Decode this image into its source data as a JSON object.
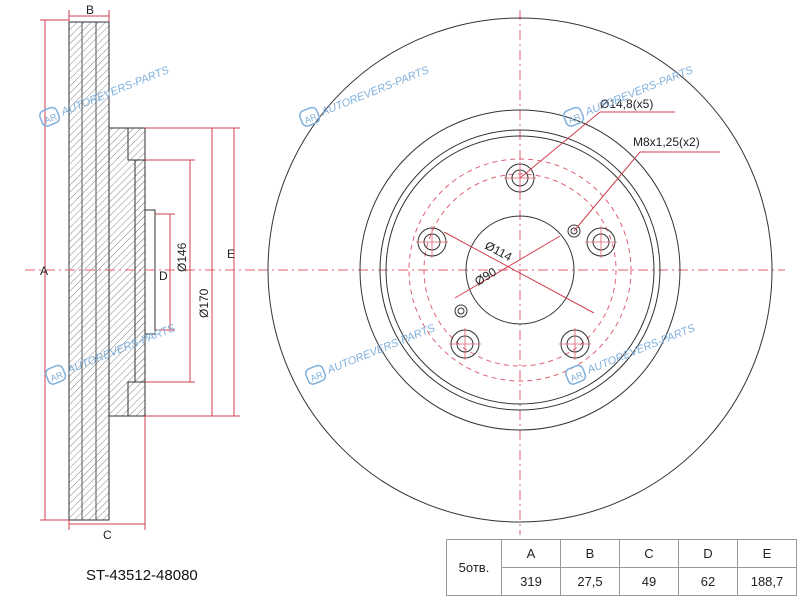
{
  "dimension_letters": {
    "A": "A",
    "B": "B",
    "C": "C",
    "D": "D",
    "E": "E"
  },
  "diameters": {
    "d146": "Ø146",
    "d170": "Ø170",
    "d114": "Ø114",
    "d90": "Ø90"
  },
  "callouts": {
    "holes": "Ø14,8(x5)",
    "threads": "M8x1,25(x2)"
  },
  "watermark": "AUTOREVERS-PARTS",
  "part_number": "ST-43512-48080",
  "spec_table": {
    "first_cell": "5отв.",
    "headers": [
      "A",
      "B",
      "C",
      "D",
      "E"
    ],
    "values": [
      "319",
      "27,5",
      "49",
      "62",
      "188,7"
    ]
  },
  "colors": {
    "centerline": "#e06070",
    "outline": "#333333",
    "watermark": "#4a90d0"
  }
}
